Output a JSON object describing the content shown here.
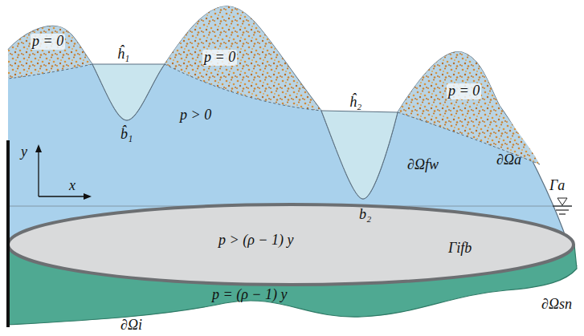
{
  "diagram": {
    "labels": [
      "p = 0",
      "ĥ₁",
      "p = 0",
      "ĥ₂",
      "p = 0",
      "b̂₁",
      "p > 0",
      "∂Ωa",
      "∂Ωfw",
      "y",
      "Γa",
      "x",
      "b₂",
      "p > (ρ − 1) y",
      "Γifb",
      "∂Ωsn",
      "p = (ρ − 1) y",
      "∂Ωi"
    ]
  }
}
